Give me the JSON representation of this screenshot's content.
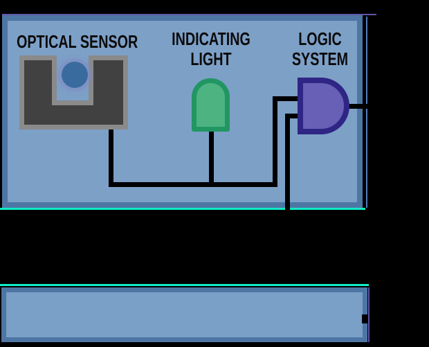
{
  "diagram": {
    "type": "circuit-diagram",
    "background_color": "#000000",
    "board": {
      "fill": "#7da0c7",
      "border": "#4e76a4"
    },
    "labels": {
      "optical_sensor": "OPTICAL SENSOR",
      "indicating_light": [
        "INDICATING",
        "LIGHT"
      ],
      "logic_system": [
        "LOGIC",
        "SYSTEM"
      ]
    },
    "components": {
      "optical_sensor": {
        "shape": "slot-type photo-interrupter",
        "frame_color": "#8a8a8a",
        "body_color": "#414141",
        "beam_dot_color": "#3a6b9f"
      },
      "indicating_light": {
        "shape": "LED",
        "fill": "#4db381",
        "outline": "#219663"
      },
      "logic_system": {
        "shape": "AND gate",
        "fill": "#6760b6",
        "outline": "#2f2585"
      }
    },
    "wires": {
      "color": "#000000"
    },
    "bottom_bar": {
      "fill": "#7ba0c8",
      "border": "#4e76a4"
    },
    "accent_lines": {
      "cyan": "#0debc6",
      "purple": "#6157a6"
    }
  }
}
